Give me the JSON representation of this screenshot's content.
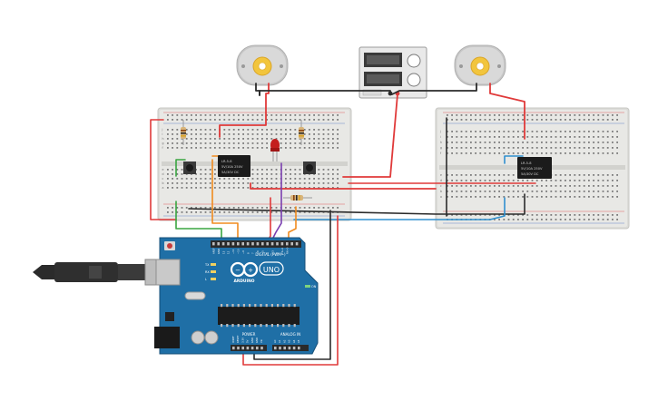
{
  "circuit": {
    "arduino": {
      "brand": "ARDUINO",
      "model": "UNO",
      "digital_label": "DIGITAL (PWM~)",
      "power_label": "POWER",
      "analog_label": "ANALOG IN",
      "tx_label": "TX",
      "rx_label": "RX",
      "l_label": "L",
      "on_label": "ON",
      "aref_label": "AREF",
      "gnd_label": "GND",
      "power_pins": [
        "IOREF",
        "RESET",
        "3.3V",
        "5V",
        "GND",
        "GND",
        "Vin"
      ],
      "analog_pins": [
        "A0",
        "A1",
        "A2",
        "A3",
        "A4",
        "A5"
      ],
      "digital_pins": [
        "13",
        "12",
        "~11",
        "~10",
        "~9",
        "8",
        "7",
        "~6",
        "~5",
        "4",
        "~3",
        "2",
        "TX→1",
        "RX←0"
      ]
    },
    "relays": [
      {
        "text_lines": [
          "LR-5-8",
          "5V/10A 250V",
          "5A/30V DC"
        ]
      },
      {
        "text_lines": [
          "LR-5-8",
          "5V/10A 250V",
          "5A/30V DC"
        ]
      }
    ],
    "breadboard_row_labels": [
      "a",
      "b",
      "c",
      "d",
      "e",
      "f",
      "g",
      "h",
      "i",
      "j"
    ],
    "power_supply": {
      "name": "bench power supply"
    },
    "motors": [
      "left dc motor",
      "right dc motor"
    ],
    "colors": {
      "red_wire": "#e03a3a",
      "black_wire": "#2b2b2b",
      "green_wire": "#3aa541",
      "orange_wire": "#f08b1f",
      "purple_wire": "#7a3fb0",
      "blue_wire": "#2f8fcf",
      "board_blue": "#1f6fa6",
      "breadboard": "#e6e6e3",
      "motor_gear": "#f2c53d"
    }
  }
}
